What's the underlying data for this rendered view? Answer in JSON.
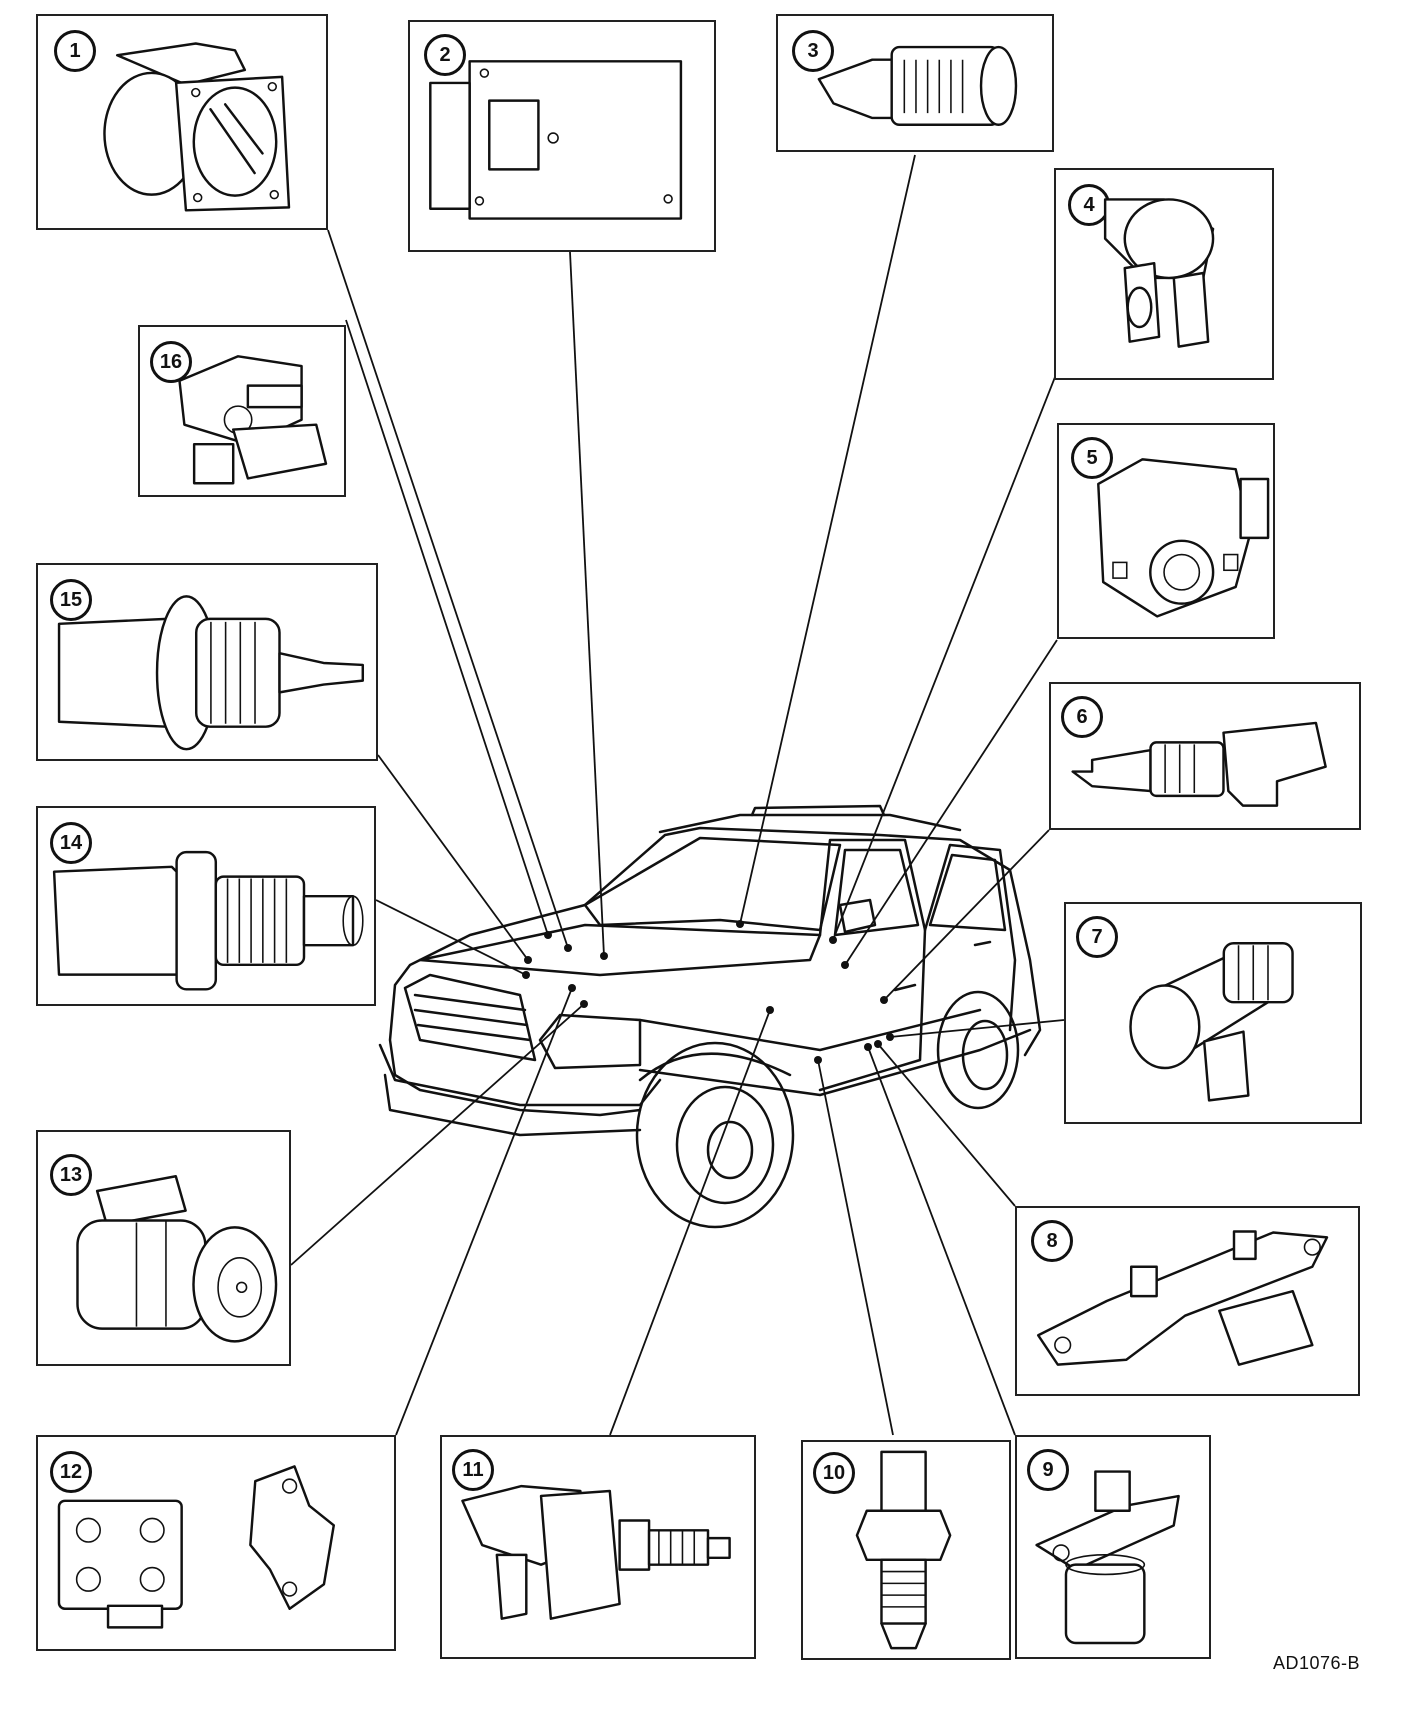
{
  "components": [
    {
      "number": "1"
    },
    {
      "number": "2"
    },
    {
      "number": "3"
    },
    {
      "number": "4"
    },
    {
      "number": "5"
    },
    {
      "number": "6"
    },
    {
      "number": "7"
    },
    {
      "number": "8"
    },
    {
      "number": "9"
    },
    {
      "number": "10"
    },
    {
      "number": "11"
    },
    {
      "number": "12"
    },
    {
      "number": "13"
    },
    {
      "number": "14"
    },
    {
      "number": "15"
    },
    {
      "number": "16"
    }
  ],
  "reference_code": "AD1076-B",
  "colors": {
    "line": "#111111",
    "background": "#ffffff"
  }
}
